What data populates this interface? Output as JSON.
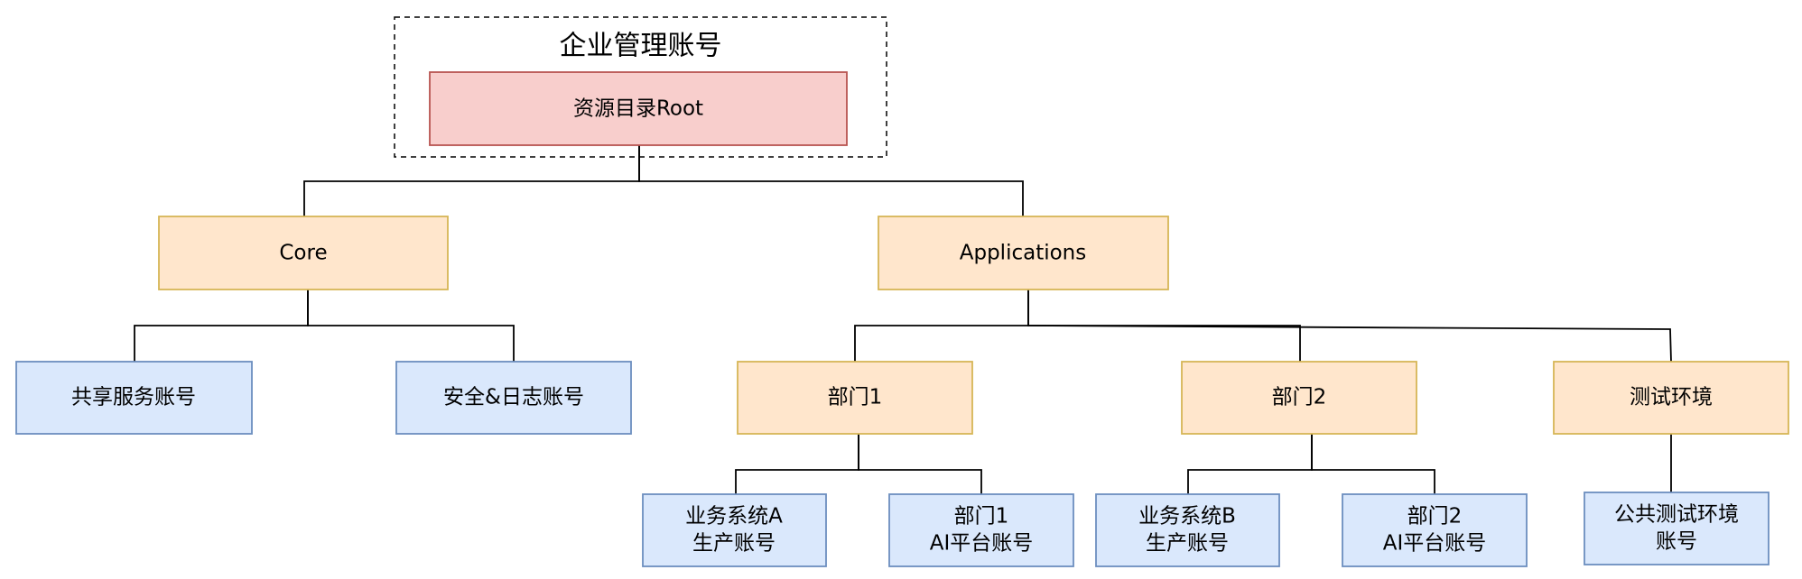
{
  "management": {
    "title": "企业管理账号"
  },
  "nodes": {
    "root": {
      "lines": [
        "资源目录Root"
      ]
    },
    "core": {
      "lines": [
        "Core"
      ]
    },
    "applications": {
      "lines": [
        "Applications"
      ]
    },
    "shared": {
      "lines": [
        "共享服务账号"
      ]
    },
    "security": {
      "lines": [
        "安全&日志账号"
      ]
    },
    "dept1": {
      "lines": [
        "部门1"
      ]
    },
    "dept2": {
      "lines": [
        "部门2"
      ]
    },
    "test": {
      "lines": [
        "测试环境"
      ]
    },
    "sysA": {
      "lines": [
        "业务系统A",
        "生产账号"
      ]
    },
    "ai1": {
      "lines": [
        "部门1",
        "AI平台账号"
      ]
    },
    "sysB": {
      "lines": [
        "业务系统B",
        "生产账号"
      ]
    },
    "ai2": {
      "lines": [
        "部门2",
        "AI平台账号"
      ]
    },
    "publicTest": {
      "lines": [
        "公共测试环境",
        "账号"
      ]
    }
  },
  "colors": {
    "root_fill": "#f8cecc",
    "root_stroke": "#b85450",
    "group_fill": "#ffe6cc",
    "group_stroke": "#d6b656",
    "account_fill": "#dae8fc",
    "account_stroke": "#6c8ebf",
    "edge": "#000000"
  }
}
